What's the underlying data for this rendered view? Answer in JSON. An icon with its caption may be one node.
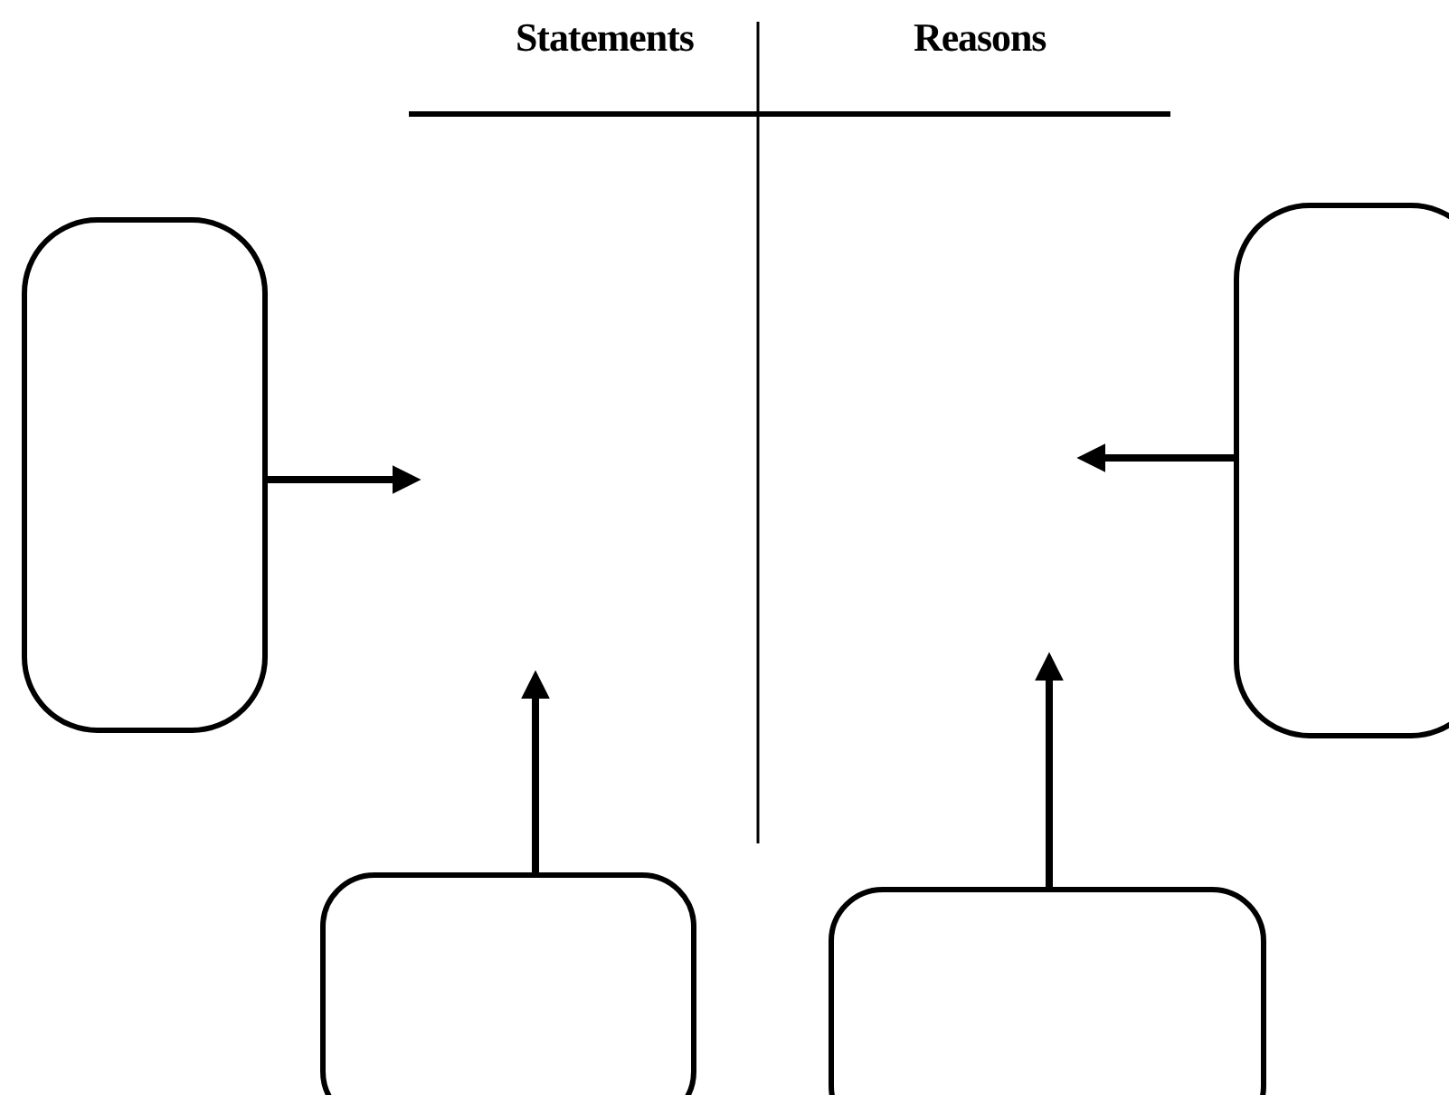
{
  "diagram": {
    "nodes": [
      {
        "text": [],
        "shape": "box"
      },
      {
        "text": [],
        "shape": "box"
      },
      {
        "text": [],
        "shape": "box"
      },
      {
        "text": [],
        "shape": "box"
      }
    ],
    "edges": [
      {
        "from": 0,
        "to": null,
        "arrow": "to"
      },
      {
        "from": 1,
        "to": null,
        "arrow": "to"
      },
      {
        "from": 2,
        "to": null,
        "arrow": "to"
      },
      {
        "from": 3,
        "to": null,
        "arrow": "to"
      }
    ],
    "labels": [
      "Statements",
      "Reasons"
    ]
  }
}
